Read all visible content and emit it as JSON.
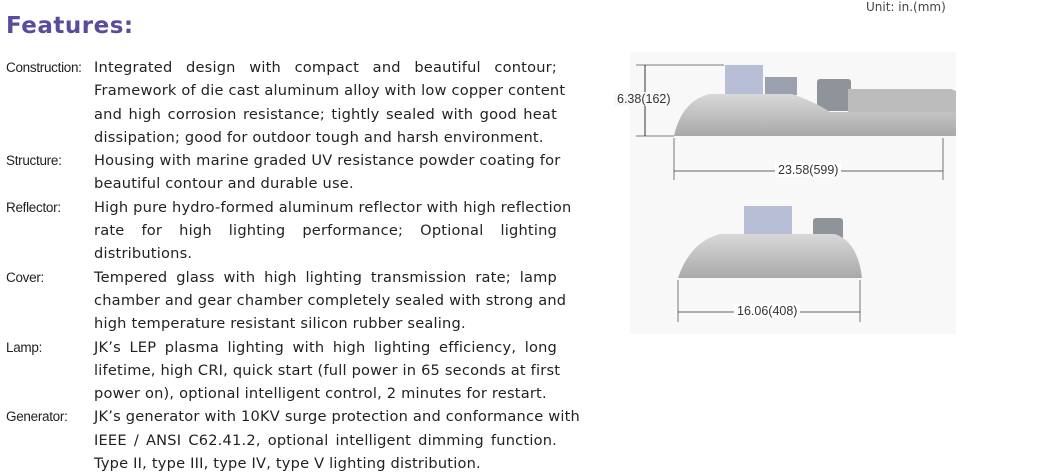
{
  "title": "Features:",
  "unit": "Unit: in.(mm)",
  "features": [
    {
      "label": "Construction:",
      "lines": [
        "Integrated design with compact and beautiful contour;",
        "Framework of die cast aluminum alloy with low copper content",
        "and high corrosion resistance; tightly sealed with good heat",
        "dissipation; good for outdoor tough and harsh environment."
      ]
    },
    {
      "label": "Structure:",
      "lines": [
        "Housing with marine graded UV resistance powder coating for",
        "beautiful contour and durable use."
      ]
    },
    {
      "label": "Reflector:",
      "lines": [
        "High pure hydro-formed aluminum reflector with high reflection",
        "rate for high lighting performance; Optional lighting",
        "distributions."
      ]
    },
    {
      "label": "Cover:",
      "lines": [
        "Tempered glass with high lighting transmission rate; lamp",
        "chamber and gear chamber completely sealed with strong and",
        "high temperature resistant silicon rubber sealing."
      ]
    },
    {
      "label": "Lamp:",
      "lines": [
        "JK’s LEP plasma lighting with high lighting efficiency, long",
        "lifetime, high CRI, quick start (full power in 65 seconds at first",
        "power on), optional intelligent control, 2 minutes for restart."
      ]
    },
    {
      "label": "Generator:",
      "lines": [
        "JK’s generator with 10KV surge protection and conformance with",
        "IEEE /  ANSI C62.41.2, optional intelligent dimming function.",
        "Type II, type III, type IV, type V lighting distribution."
      ]
    }
  ],
  "dimensions": {
    "height": "6.38(162)",
    "length": "23.58(599)",
    "width": "16.06(408)"
  }
}
